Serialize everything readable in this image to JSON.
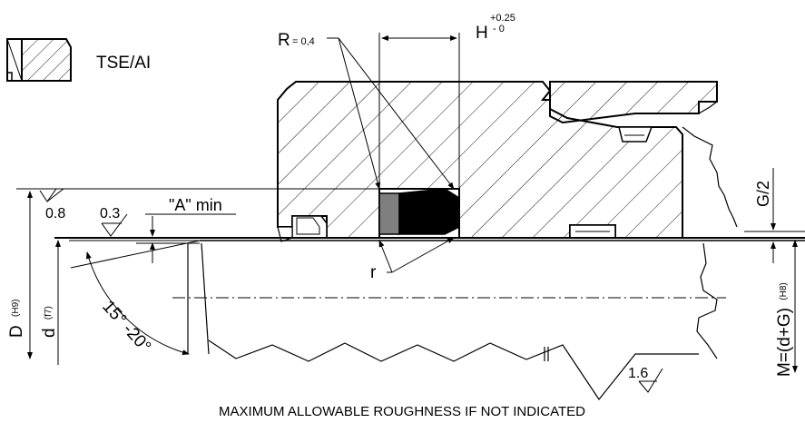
{
  "profile_label": "TSE/AI",
  "dimensions": {
    "radius_label": "R",
    "radius_value": "= 0,4",
    "width_label": "H",
    "width_tol_upper": "+0.25",
    "width_tol_lower": "- 0",
    "half_gap_label": "G/2",
    "a_min_label": "\"A\" min",
    "fillet_label": "r",
    "bore_label": "D",
    "bore_tol": "(H9)",
    "rod_label": "d",
    "rod_tol": "(f7)",
    "groove_label": "M=(d+G)",
    "groove_tol": "(H8)",
    "chamfer_angle": "15° -20°"
  },
  "roughness": {
    "bore": "0.8",
    "rod": "0.3",
    "surface": "1.6"
  },
  "footer_note": "MAXIMUM ALLOWABLE ROUGHNESS IF NOT INDICATED"
}
